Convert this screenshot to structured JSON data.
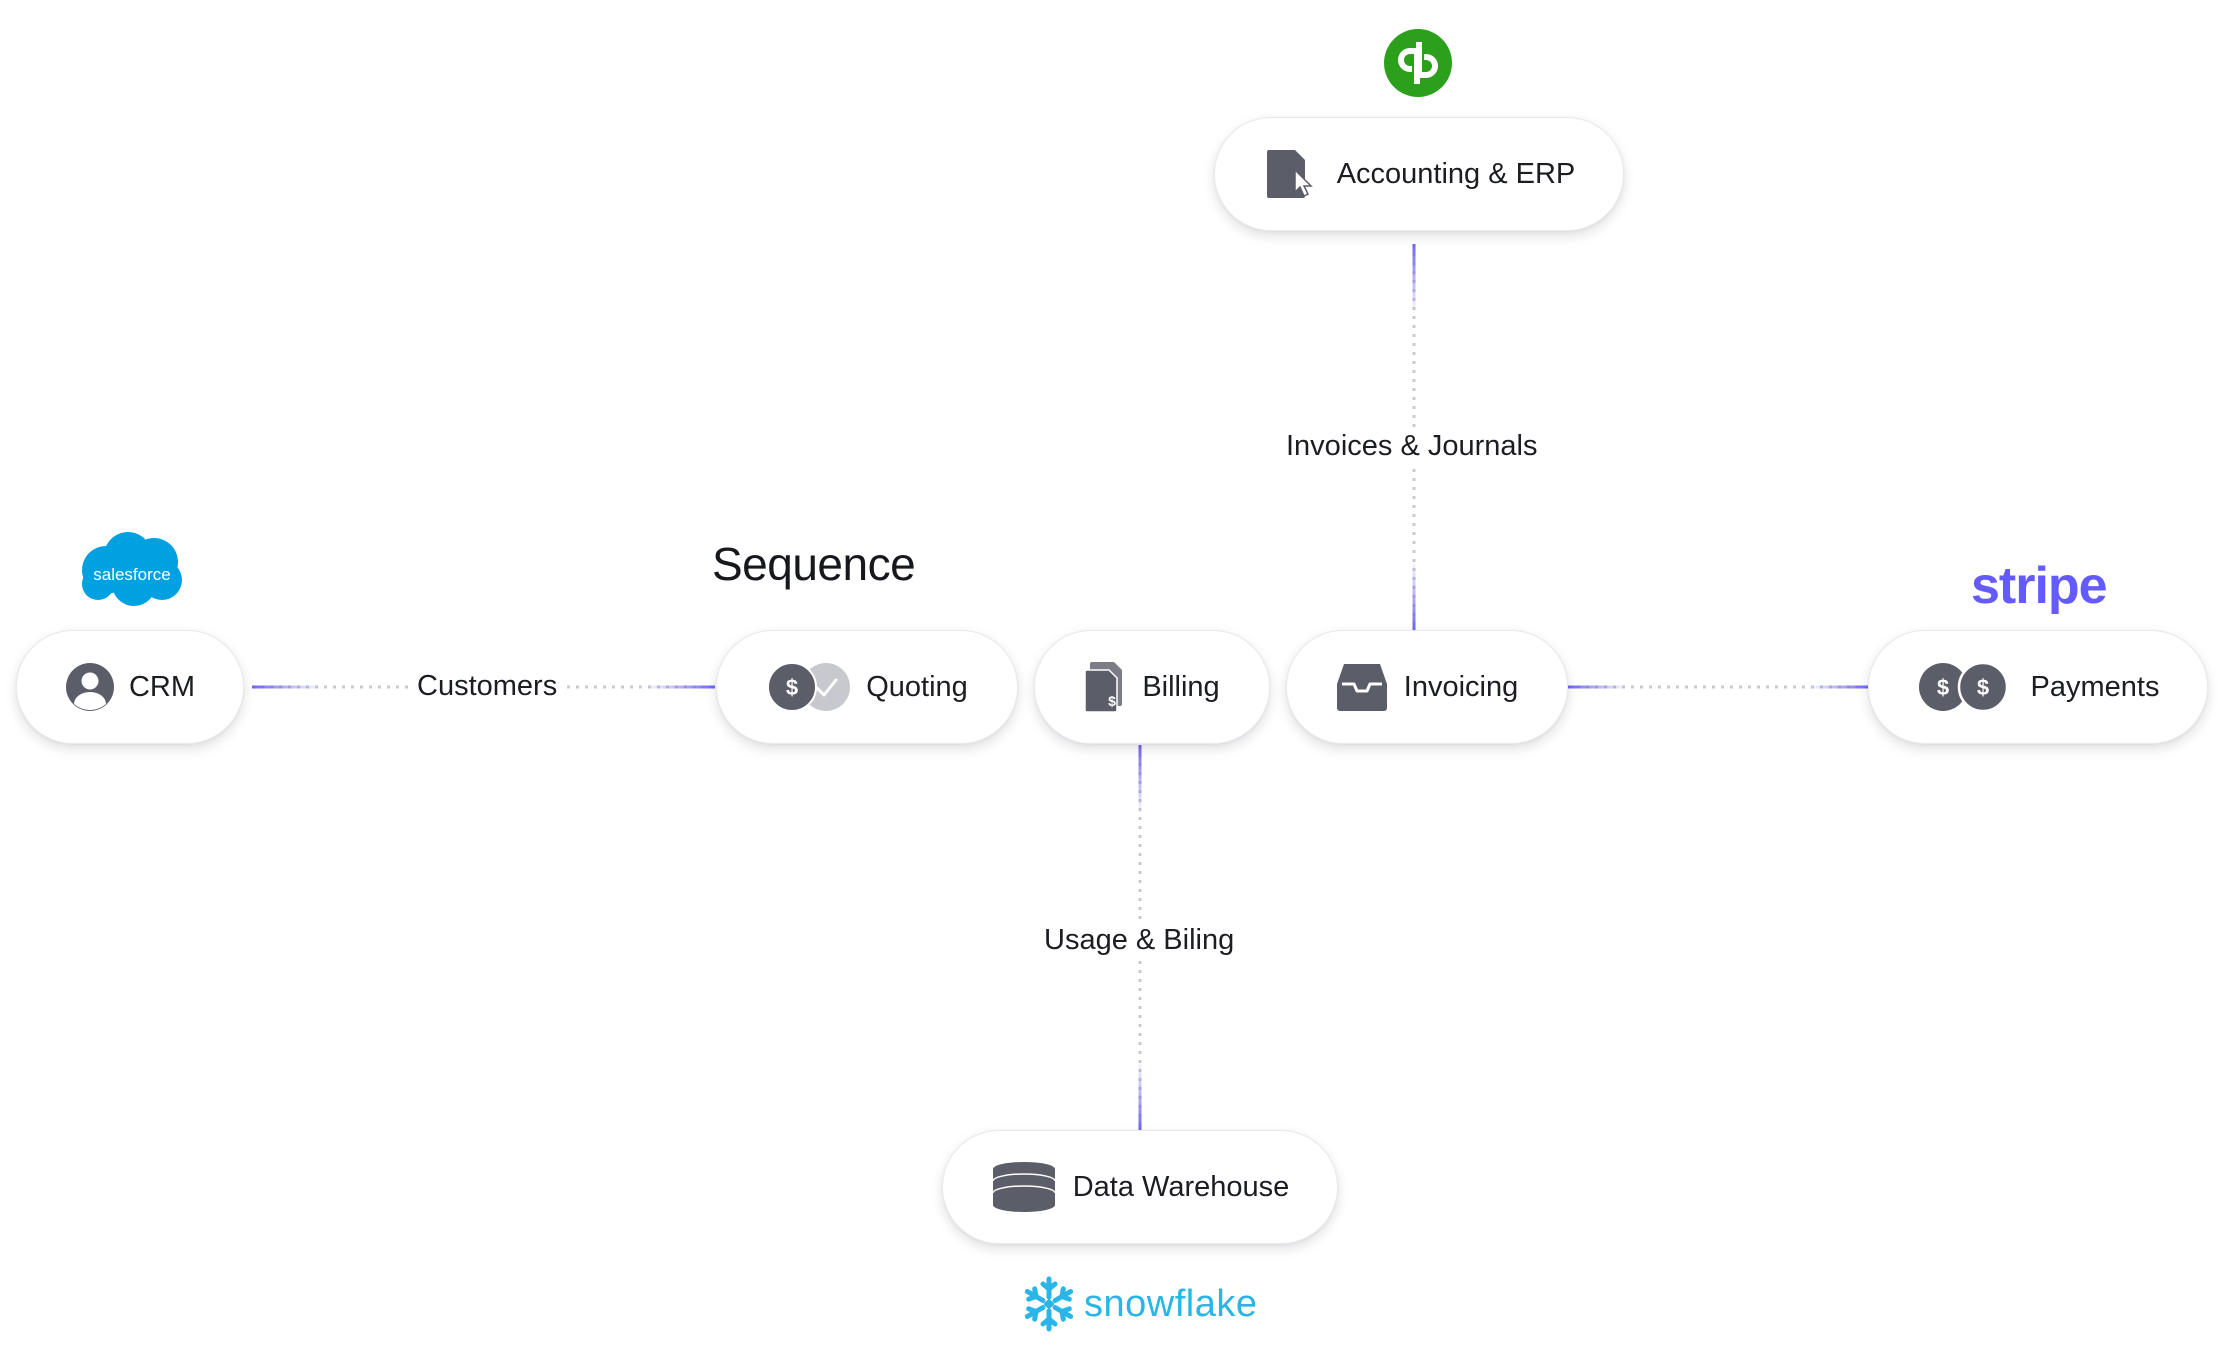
{
  "diagram": {
    "section_title": "Sequence",
    "nodes": {
      "crm": "CRM",
      "quoting": "Quoting",
      "billing": "Billing",
      "invoicing": "Invoicing",
      "payments": "Payments",
      "accounting": "Accounting & ERP",
      "warehouse": "Data Warehouse"
    },
    "connections": {
      "customers": "Customers",
      "invoices_journals": "Invoices & Journals",
      "usage_billing": "Usage & Biling"
    },
    "brands": {
      "salesforce": "salesforce",
      "stripe": "stripe",
      "snowflake": "snowflake",
      "quickbooks": "qb"
    },
    "icons": {
      "crm": "user-avatar-icon",
      "quoting": "dollar-check-icon",
      "billing": "documents-dollar-icon",
      "invoicing": "inbox-tray-icon",
      "payments": "two-dollar-coins-icon",
      "accounting": "document-cursor-icon",
      "warehouse": "database-stack-icon"
    },
    "colors": {
      "connector_accent": "#6e66f0",
      "connector_dots": "#c9cbd2",
      "icon_fill": "#5b5d68",
      "quickbooks_green": "#2ca01c",
      "salesforce_blue": "#00a1e0",
      "stripe_purple": "#635bff",
      "snowflake_blue": "#29b5e8"
    }
  }
}
